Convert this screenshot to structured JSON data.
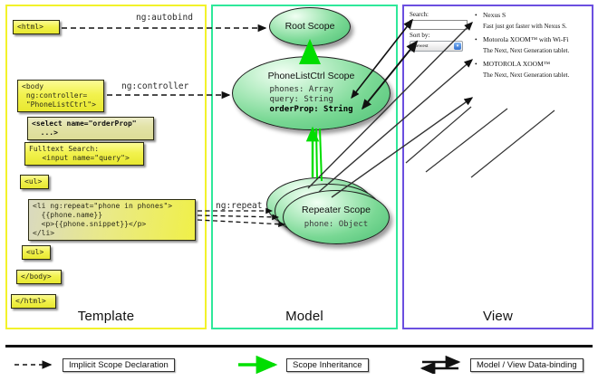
{
  "columns": [
    {
      "key": "template",
      "label": "Template",
      "border_color": "#f2f22a"
    },
    {
      "key": "model",
      "label": "Model",
      "border_color": "#2fe89a"
    },
    {
      "key": "view",
      "label": "View",
      "border_color": "#6b4fe0"
    }
  ],
  "template": {
    "boxes": [
      {
        "name": "html-open",
        "text": "<html>"
      },
      {
        "name": "body-open",
        "text": "<body\n ng:controller=\n \"PhoneListCtrl\">"
      },
      {
        "name": "select-tag",
        "text": "<select name=\"orderProp\"\n  ...>"
      },
      {
        "name": "fulltext-search",
        "text": "Fulltext Search:\n   <input name=\"query\">"
      },
      {
        "name": "ul-open",
        "text": "<ul>"
      },
      {
        "name": "li-repeat",
        "text": "<li ng:repeat=\"phone in phones\">\n  {{phone.name}}\n  <p>{{phone.snippet}}</p>\n</li>"
      },
      {
        "name": "ul-close",
        "text": "<ul>"
      },
      {
        "name": "body-close",
        "text": "</body>"
      },
      {
        "name": "html-close",
        "text": "</html>"
      }
    ]
  },
  "model": {
    "scopes": [
      {
        "name": "root-scope",
        "title": "Root\nScope",
        "props": []
      },
      {
        "name": "phonelistctrl-scope",
        "title": "PhoneListCtrl\nScope",
        "props": [
          "phones: Array",
          "query: String",
          "orderProp: String"
        ],
        "bold_prop": "orderProp: String"
      },
      {
        "name": "repeater-scope",
        "title": "Repeater\nScope",
        "props": [
          "phone: Object"
        ]
      }
    ]
  },
  "edges": {
    "autobind": "ng:autobind",
    "controller": "ng:controller",
    "repeat": "ng:repeat"
  },
  "view": {
    "search_label": "Search:",
    "search_value": "",
    "sort_label": "Sort by:",
    "sort_selected": "Newest",
    "phones": [
      {
        "name": "Nexus S",
        "snippet": "Fast just got faster with Nexus S."
      },
      {
        "name": "Motorola XOOM™ with Wi-Fi",
        "snippet": "The Next, Next Generation tablet."
      },
      {
        "name": "MOTOROLA XOOM™",
        "snippet": "The Next, Next Generation tablet."
      }
    ]
  },
  "legend": [
    {
      "name": "implicit-scope-declaration",
      "label": "Implicit Scope Declaration",
      "style": "dashed",
      "color": "#111111"
    },
    {
      "name": "scope-inheritance",
      "label": "Scope Inheritance",
      "style": "solid-green",
      "color": "#00e000"
    },
    {
      "name": "model-view-databinding",
      "label": "Model / View Data-binding",
      "style": "double",
      "color": "#111111"
    }
  ]
}
